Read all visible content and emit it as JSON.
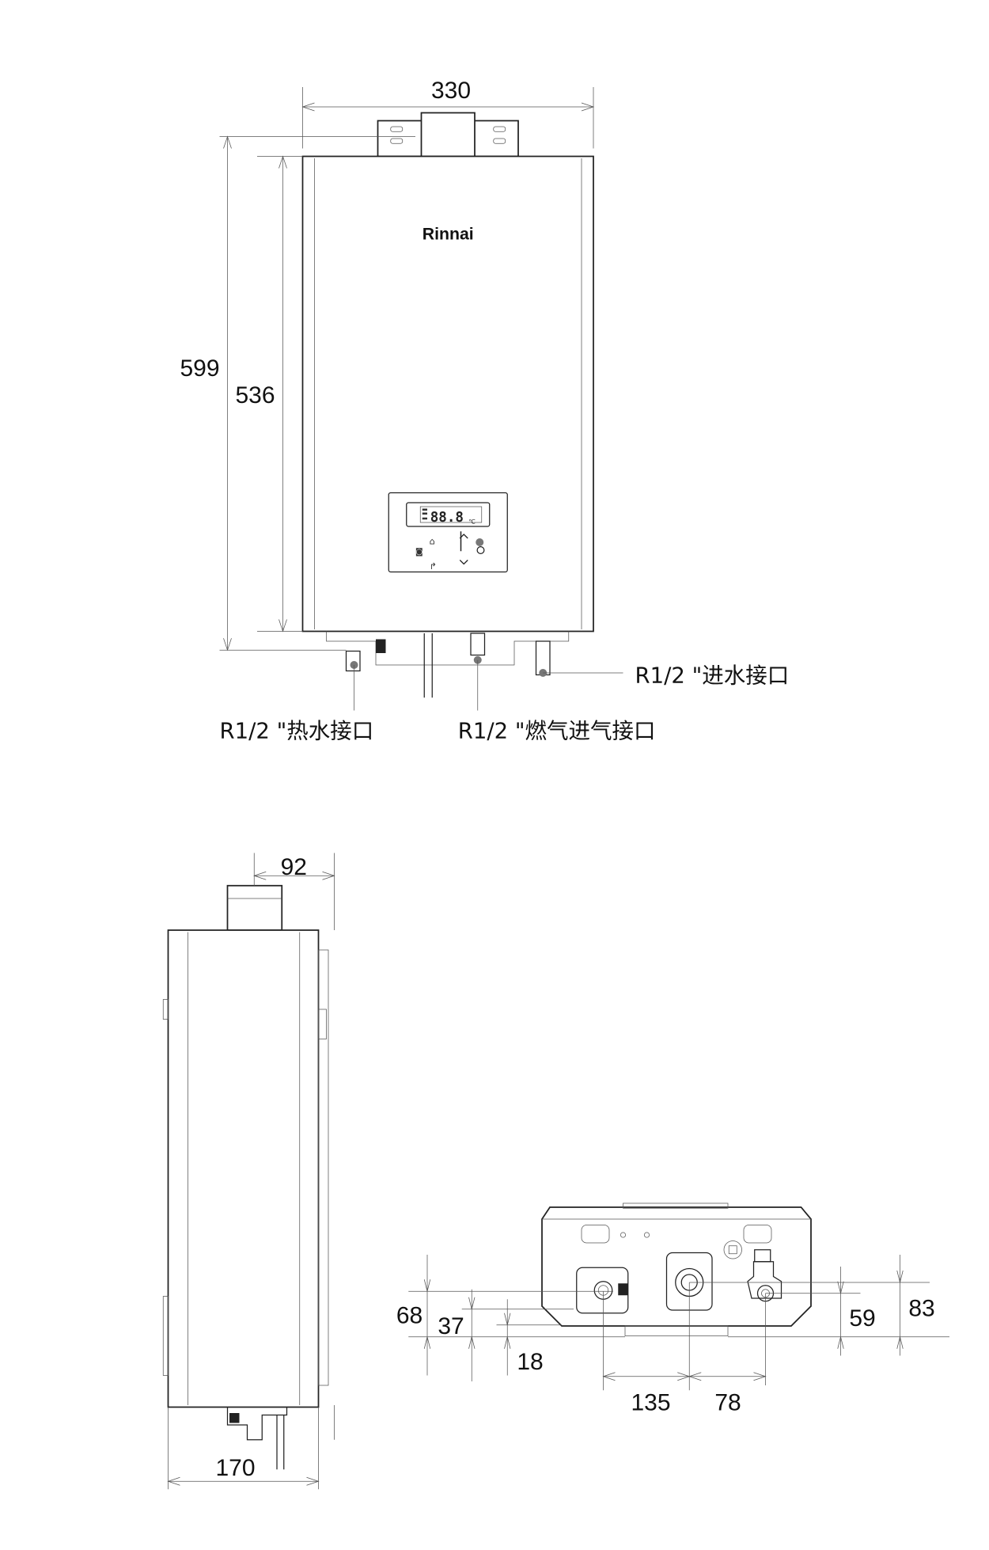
{
  "front_view": {
    "brand": "Rinnai",
    "display_value": "88.8",
    "display_unit": "℃",
    "dimensions": {
      "width": "330",
      "total_height": "599",
      "body_height": "536"
    },
    "labels": {
      "cold_water_inlet": "R1/2 \"进水接口",
      "hot_water_outlet": "R1/2 \"热水接口",
      "gas_inlet": "R1/2 \"燃气进气接口"
    }
  },
  "side_view": {
    "dimensions": {
      "flue_offset": "92",
      "depth": "170"
    }
  },
  "bottom_view": {
    "dimensions": {
      "d68": "68",
      "d37": "37",
      "d18": "18",
      "d135": "135",
      "d78": "78",
      "d59": "59",
      "d83": "83"
    }
  }
}
